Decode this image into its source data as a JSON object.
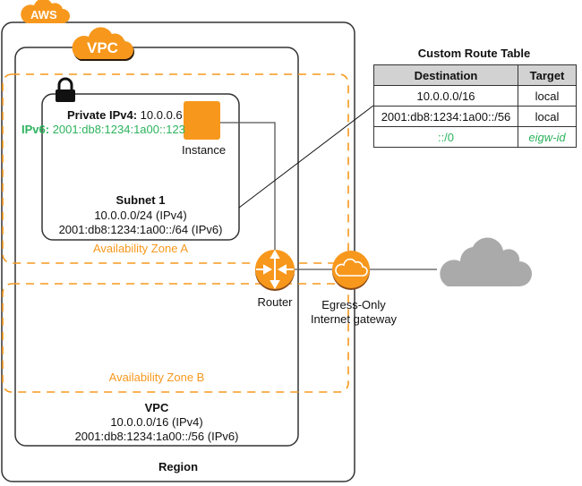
{
  "region": {
    "tag": "AWS",
    "label": "Region"
  },
  "vpc": {
    "tag": "VPC",
    "title": "VPC",
    "ipv4": "10.0.0.0/16 (IPv4)",
    "ipv6": "2001:db8:1234:1a00::/56 (IPv6)"
  },
  "zones": {
    "a": "Availability Zone A",
    "b": "Availability Zone B"
  },
  "subnet": {
    "title": "Subnet 1",
    "ipv4": "10.0.0.0/24 (IPv4)",
    "ipv6": "2001:db8:1234:1a00::/64 (IPv6)",
    "icon": "lock-icon"
  },
  "instance": {
    "label": "Instance",
    "private_ipv4_label": "Private IPv4:",
    "private_ipv4": "10.0.0.6",
    "ipv6_label": "IPv6:",
    "ipv6": "2001:db8:1234:1a00::123"
  },
  "router": {
    "label": "Router"
  },
  "gateway": {
    "label_line1": "Egress-Only",
    "label_line2": "Internet gateway"
  },
  "route_table": {
    "title": "Custom Route Table",
    "headers": [
      "Destination",
      "Target"
    ],
    "rows": [
      {
        "destination": "10.0.0.0/16",
        "target": "local",
        "highlight": false
      },
      {
        "destination": "2001:db8:1234:1a00::/56",
        "target": "local",
        "highlight": false
      },
      {
        "destination": "::/0",
        "target": "eigw-id",
        "highlight": true
      }
    ]
  },
  "colors": {
    "accent": "#f7981d",
    "ipv6_green": "#2db35d",
    "internet_cloud": "#aaaaaa",
    "header_gray": "#d2d2d2"
  }
}
